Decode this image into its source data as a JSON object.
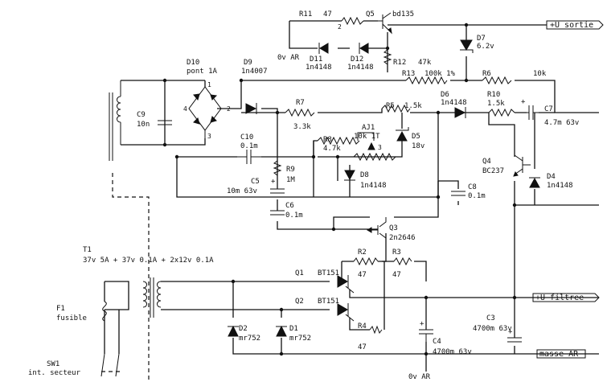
{
  "nets": {
    "u_sortie": "+U sortie",
    "u_filtree": "+U filtree",
    "masse_ar": "masse AR",
    "zero_v_ar": "0v AR"
  },
  "components": {
    "r11": {
      "ref": "R11",
      "value": "47"
    },
    "q5": {
      "ref": "Q5",
      "value": "bd135"
    },
    "d7": {
      "ref": "D7",
      "value": "6.2v"
    },
    "d11": {
      "ref": "D11",
      "value": "1n4148"
    },
    "d12": {
      "ref": "D12",
      "value": "1n4148"
    },
    "r12": {
      "ref": "R12",
      "value": "47k"
    },
    "r13": {
      "ref": "R13",
      "value": "100k 1%"
    },
    "r6": {
      "ref": "R6",
      "value": "10k"
    },
    "d10": {
      "ref": "D10",
      "value": "pont 1A"
    },
    "d9": {
      "ref": "D9",
      "value": "1n4007"
    },
    "c9": {
      "ref": "C9",
      "value": "10n"
    },
    "r7": {
      "ref": "R7",
      "value": "3.3k"
    },
    "r5": {
      "ref": "R5",
      "value": "1.5k"
    },
    "d6": {
      "ref": "D6",
      "value": "1n4148"
    },
    "r10": {
      "ref": "R10",
      "value": "1.5k"
    },
    "c7": {
      "ref": "C7",
      "value": "4.7m 63v"
    },
    "c10": {
      "ref": "C10",
      "value": "0.1m"
    },
    "r8": {
      "ref": "R8",
      "value": "4.7k"
    },
    "aj1": {
      "ref": "AJ1",
      "value": "10k 1T"
    },
    "d5": {
      "ref": "D5",
      "value": "18v"
    },
    "r9": {
      "ref": "R9",
      "value": "1M"
    },
    "d8": {
      "ref": "D8",
      "value": "1n4148"
    },
    "c5": {
      "ref": "C5",
      "value": "10m 63v"
    },
    "c6": {
      "ref": "C6",
      "value": "0.1m"
    },
    "c8": {
      "ref": "C8",
      "value": "0.1m"
    },
    "q4": {
      "ref": "Q4",
      "value": "BC237"
    },
    "d4": {
      "ref": "D4",
      "value": "1n4148"
    },
    "q3": {
      "ref": "Q3",
      "value": "2n2646"
    },
    "t1": {
      "ref": "T1",
      "value": "37v 5A + 37v 0.1A + 2x12v 0.1A"
    },
    "q1": {
      "ref": "Q1",
      "value": "BT151"
    },
    "q2": {
      "ref": "Q2",
      "value": "BT151"
    },
    "r2": {
      "ref": "R2",
      "value": "47"
    },
    "r3": {
      "ref": "R3",
      "value": "47"
    },
    "r4": {
      "ref": "R4",
      "value": "47"
    },
    "c4": {
      "ref": "C4",
      "value": "4700m 63v"
    },
    "c3": {
      "ref": "C3",
      "value": "4700m 63v"
    },
    "d2": {
      "ref": "D2",
      "value": "mr752"
    },
    "d1": {
      "ref": "D1",
      "value": "mr752"
    },
    "f1": {
      "ref": "F1",
      "value": "fusible"
    },
    "sw1": {
      "ref": "SW1",
      "value": "int. secteur"
    }
  },
  "pins": {
    "one": "1",
    "two": "2",
    "three": "3",
    "four": "4",
    "plus": "+"
  }
}
